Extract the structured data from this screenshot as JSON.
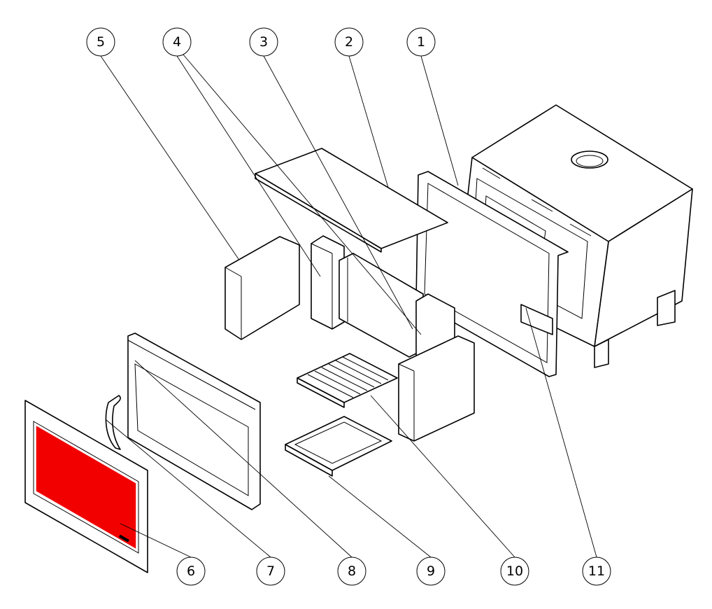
{
  "diagram": {
    "type": "exploded assembly view",
    "accent_color": "#f20000",
    "balloons": [
      {
        "label": "1"
      },
      {
        "label": "2"
      },
      {
        "label": "3"
      },
      {
        "label": "4"
      },
      {
        "label": "5"
      },
      {
        "label": "6"
      },
      {
        "label": "7"
      },
      {
        "label": "8"
      },
      {
        "label": "9"
      },
      {
        "label": "10"
      },
      {
        "label": "11"
      }
    ]
  }
}
